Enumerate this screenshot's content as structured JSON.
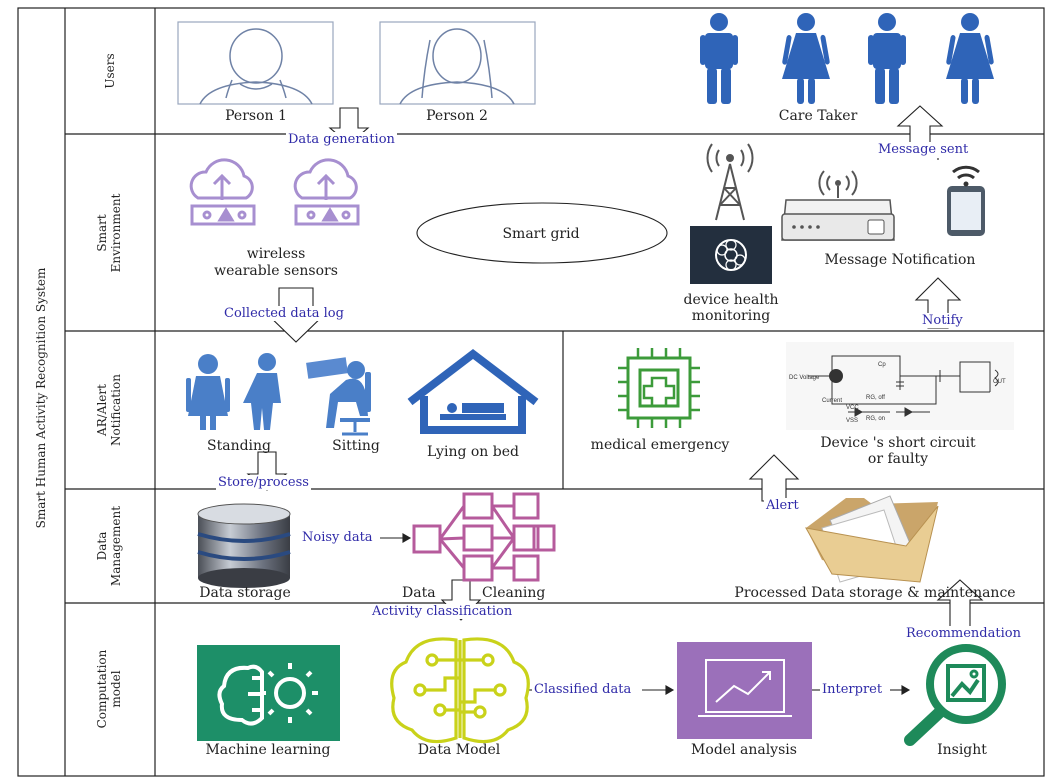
{
  "system_title": "Smart Human Activity Recognition System",
  "lanes": {
    "users": "Users",
    "smart_env_1": "Smart",
    "smart_env_2": "Environment",
    "ar_1": "AR/Alert",
    "ar_2": "Notification",
    "dm_1": "Data",
    "dm_2": "Management",
    "cm_1": "Computation",
    "cm_2": "model"
  },
  "users": {
    "person1": "Person 1",
    "person2": "Person 2",
    "caretaker": "Care Taker"
  },
  "smart_env": {
    "sensors_1": "wireless",
    "sensors_2": "wearable sensors",
    "smart_grid": "Smart grid",
    "device_health_1": "device health",
    "device_health_2": "monitoring",
    "message_notification": "Message Notification"
  },
  "ar": {
    "standing": "Standing",
    "sitting": "Sitting",
    "lying": "Lying on bed",
    "medical": "medical emergency",
    "short_1": "Device 's short circuit",
    "short_2": "or faulty",
    "circuit_dc": "DC Voltage",
    "circuit_out": "OUT",
    "circuit_current": "Current",
    "circuit_vcc": "VCC",
    "circuit_vss": "VSS",
    "circuit_rg_off": "RG, off",
    "circuit_rg_on": "RG, on",
    "circuit_cp": "Cp"
  },
  "dm": {
    "storage": "Data storage",
    "cleaning_1": "Data",
    "cleaning_2": "Cleaning",
    "processed": "Processed Data storage & maintenance"
  },
  "cm": {
    "ml": "Machine learning",
    "model": "Data Model",
    "analysis": "Model analysis",
    "insight": "Insight"
  },
  "flows": {
    "data_generation": "Data generation",
    "message_sent": "Message sent",
    "collected": "Collected data log",
    "notify": "Notify",
    "store": "Store/process",
    "noisy": "Noisy data",
    "alert": "Alert",
    "activity": "Activity classification",
    "recommendation": "Recommendation",
    "classified": "Classified data",
    "interpret": "Interpret"
  },
  "colors": {
    "flow_text": "#2f2aa8",
    "person_blue": "#2f64b8",
    "cloud_purple": "#a78fd0",
    "cleaning_pink": "#b65b9c",
    "ml_green": "#1d8f68",
    "model_yellow": "#c9d21a",
    "analysis_purple": "#9b70ba",
    "insight_green": "#1e8a5a",
    "medical_green": "#3c9b3a"
  }
}
